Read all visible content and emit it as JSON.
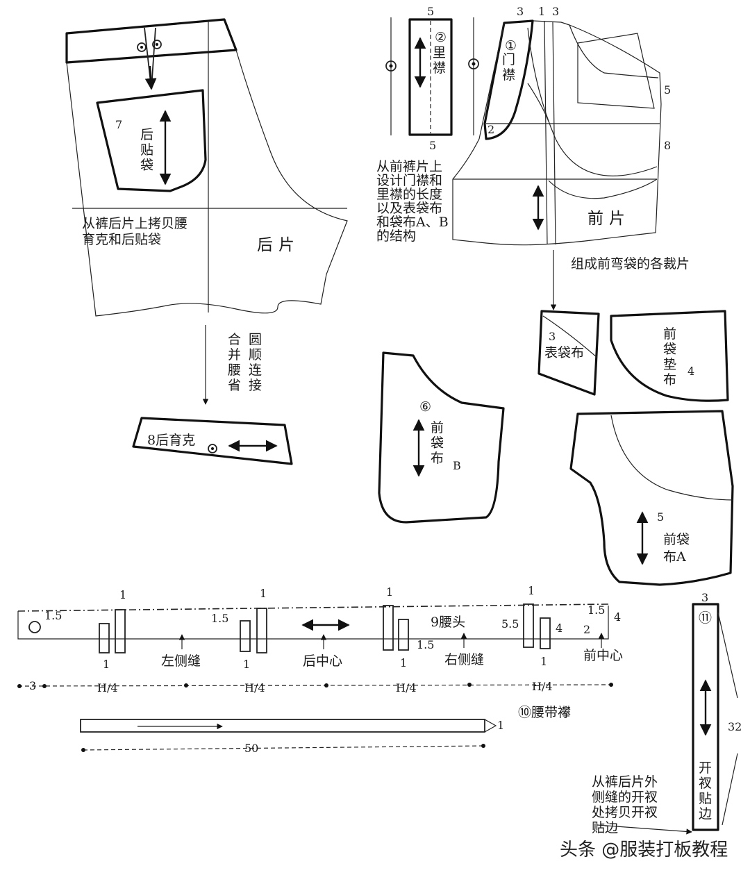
{
  "back": {
    "title": "后片",
    "note_lines": [
      "从裤后片上拷贝腰",
      "育克和后贴袋"
    ],
    "pocket_num": "7",
    "pocket_label": "后贴袋"
  },
  "merge": {
    "col1": "合并腰省",
    "col2": "圆顺连接"
  },
  "yoke": {
    "label": "8后育克"
  },
  "fly": {
    "lining_label": "里襟",
    "lining_circle": "②",
    "lining_width_top": "5",
    "lining_width_bottom": "5",
    "placket_label": "门襟",
    "placket_circle": "①",
    "placket_top": "3",
    "curve_num": "2",
    "note_lines": [
      "从前裤片上",
      "设计门襟和",
      "里襟的长度",
      "以及表袋布",
      "和袋布A、B",
      "的结构"
    ]
  },
  "front": {
    "title": "前片",
    "dim_1": "1",
    "dim_3": "3",
    "dim_5": "5",
    "dim_8": "8",
    "caption": "组成前弯袋的各裁片"
  },
  "pieces": {
    "facing": {
      "num": "3",
      "label": "表袋布"
    },
    "pad": {
      "label": "前袋垫布",
      "num": "4"
    },
    "bag_b": {
      "circle": "⑥",
      "label": "前袋布",
      "letter": "B"
    },
    "bag_a": {
      "num": "5",
      "label": "前袋布A"
    }
  },
  "waistband": {
    "label": "9腰头",
    "marks": [
      "左侧缝",
      "后中心",
      "右侧缝",
      "前中心"
    ],
    "dims": [
      "1.5",
      "1",
      "1.5",
      "1",
      "1",
      "1.5",
      "1",
      "5.5",
      "1",
      "4",
      "1",
      "1.5",
      "4",
      "2",
      "1",
      "1"
    ],
    "measure": [
      "3",
      "H/4",
      "H/4",
      "H/4",
      "H/4"
    ]
  },
  "belt_loop": {
    "label": "⑩腰带襻",
    "width": "1",
    "length": "50"
  },
  "facing_strip": {
    "circle": "⑪",
    "label": "开衩贴边",
    "length": "32",
    "note_lines": [
      "从裤后片外",
      "侧缝的开衩",
      "处拷贝开衩",
      "贴边"
    ]
  },
  "watermark": "头条 @服装打板教程"
}
